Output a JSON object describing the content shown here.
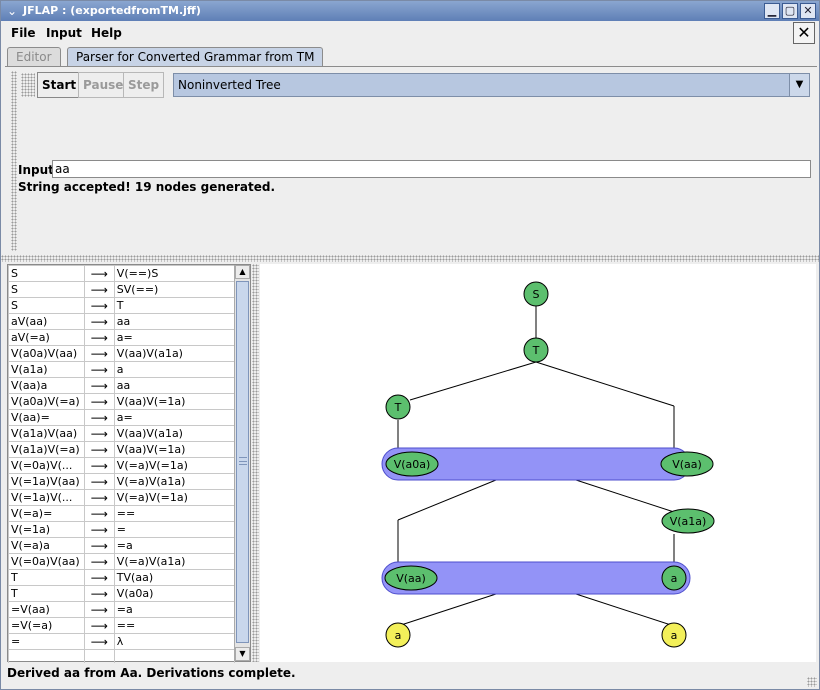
{
  "window": {
    "title": "JFLAP : (exportedfromTM.jff)",
    "icon": "chevron-down-icon",
    "controls": [
      "minimize-icon",
      "maximize-icon",
      "close-icon"
    ]
  },
  "menu": {
    "items": [
      "File",
      "Input",
      "Help"
    ],
    "close_label": "✕"
  },
  "tabs": [
    {
      "label": "Editor",
      "active": false
    },
    {
      "label": "Parser for Converted Grammar from TM",
      "active": true
    }
  ],
  "toolbar": {
    "start_label": "Start",
    "pause_label": "Pause",
    "step_label": "Step",
    "view_select": "Noninverted Tree"
  },
  "input": {
    "label": "Input",
    "value": "aa"
  },
  "status_message": "String accepted!  19 nodes generated.",
  "productions": [
    {
      "lhs": "S",
      "arrow": "⟶",
      "rhs": "V(==)S"
    },
    {
      "lhs": "S",
      "arrow": "⟶",
      "rhs": "SV(==)"
    },
    {
      "lhs": "S",
      "arrow": "⟶",
      "rhs": "T"
    },
    {
      "lhs": "aV(aa)",
      "arrow": "⟶",
      "rhs": "aa"
    },
    {
      "lhs": "aV(=a)",
      "arrow": "⟶",
      "rhs": "a="
    },
    {
      "lhs": "V(a0a)V(aa)",
      "arrow": "⟶",
      "rhs": "V(aa)V(a1a)"
    },
    {
      "lhs": "V(a1a)",
      "arrow": "⟶",
      "rhs": "a"
    },
    {
      "lhs": "V(aa)a",
      "arrow": "⟶",
      "rhs": "aa"
    },
    {
      "lhs": "V(a0a)V(=a)",
      "arrow": "⟶",
      "rhs": "V(aa)V(=1a)"
    },
    {
      "lhs": "V(aa)=",
      "arrow": "⟶",
      "rhs": "a="
    },
    {
      "lhs": "V(a1a)V(aa)",
      "arrow": "⟶",
      "rhs": "V(aa)V(a1a)"
    },
    {
      "lhs": "V(a1a)V(=a)",
      "arrow": "⟶",
      "rhs": "V(aa)V(=1a)"
    },
    {
      "lhs": "V(=0a)V(...",
      "arrow": "⟶",
      "rhs": "V(=a)V(=1a)"
    },
    {
      "lhs": "V(=1a)V(aa)",
      "arrow": "⟶",
      "rhs": "V(=a)V(a1a)"
    },
    {
      "lhs": "V(=1a)V(...",
      "arrow": "⟶",
      "rhs": "V(=a)V(=1a)"
    },
    {
      "lhs": "V(=a)=",
      "arrow": "⟶",
      "rhs": "=="
    },
    {
      "lhs": "V(=1a)",
      "arrow": "⟶",
      "rhs": "="
    },
    {
      "lhs": "V(=a)a",
      "arrow": "⟶",
      "rhs": "=a"
    },
    {
      "lhs": "V(=0a)V(aa)",
      "arrow": "⟶",
      "rhs": "V(=a)V(a1a)"
    },
    {
      "lhs": "T",
      "arrow": "⟶",
      "rhs": "TV(aa)"
    },
    {
      "lhs": "T",
      "arrow": "⟶",
      "rhs": "V(a0a)"
    },
    {
      "lhs": "=V(aa)",
      "arrow": "⟶",
      "rhs": "=a"
    },
    {
      "lhs": "=V(=a)",
      "arrow": "⟶",
      "rhs": "=="
    },
    {
      "lhs": "=",
      "arrow": "⟶",
      "rhs": "λ"
    },
    {
      "lhs": "",
      "arrow": "",
      "rhs": ""
    }
  ],
  "tree": {
    "colors": {
      "node": "#5cbf6e",
      "leaf": "#f3f05a",
      "group": "#9393f7",
      "edge": "#000000"
    },
    "nodes": [
      {
        "id": "n-S",
        "label": "S"
      },
      {
        "id": "n-T1",
        "label": "T"
      },
      {
        "id": "n-T2",
        "label": "T"
      },
      {
        "id": "n-Va0a",
        "label": "V(a0a)"
      },
      {
        "id": "n-Vaa1",
        "label": "V(aa)"
      },
      {
        "id": "n-Va1a",
        "label": "V(a1a)"
      },
      {
        "id": "n-Vaa2",
        "label": "V(aa)"
      },
      {
        "id": "n-a1",
        "label": "a"
      },
      {
        "id": "n-a2",
        "label": "a"
      },
      {
        "id": "n-a3",
        "label": "a"
      }
    ]
  },
  "statusbar": "Derived aa from Aa.  Derivations complete."
}
